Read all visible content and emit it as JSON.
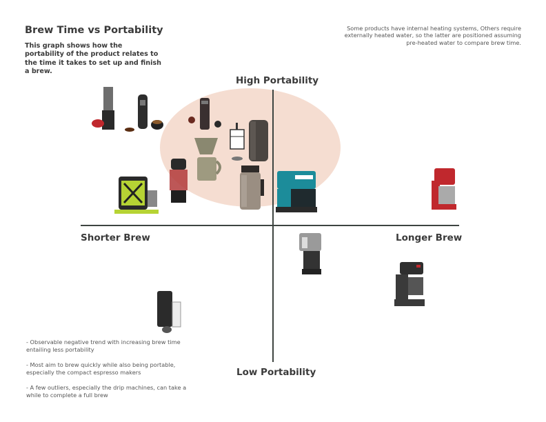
{
  "title": "Brew Time vs Portability",
  "subtitle": "This graph shows how the portability of the product relates to the time it takes to set up and finish a brew.",
  "note": "Some products have internal heating systems, Others require externally heated water, so the latter are positioned assuming pre-heated water to compare brew time.",
  "axes": {
    "top": "High Portability",
    "bottom": "Low Portability",
    "left": "Shorter Brew",
    "right": "Longer Brew"
  },
  "observations": [
    "- Observable negative trend with increasing brew time entailing less portability",
    "- Most aim to brew quickly while also being portable, especially the compact espresso makers",
    "- A few outliers, especially the drip machines, can take a while to complete a full brew"
  ],
  "colors": {
    "cluster": "#f5ddd1",
    "axis": "#3d4440",
    "accent_red": "#c0282d",
    "accent_teal": "#1c8c9a",
    "accent_lime": "#b6d334"
  }
}
